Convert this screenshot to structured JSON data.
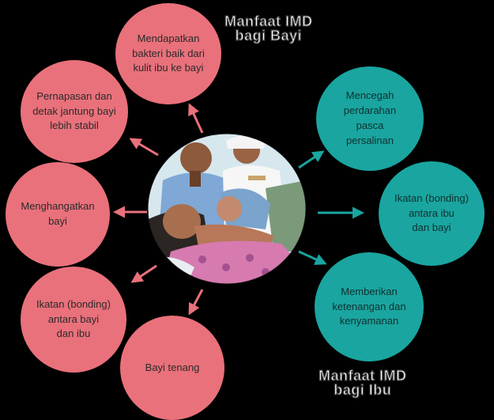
{
  "titles": {
    "baby": "Manfaat IMD\nbagi Bayi",
    "mother": "Manfaat IMD\nbagi Ibu"
  },
  "baby_benefits": [
    "Mendapatkan\nbakteri baik dari\nkulit ibu ke bayi",
    "Pernapasan dan\ndetak jantung bayi\nlebih stabil",
    "Menghangatkan\nbayi",
    "Ikatan (bonding)\nantara bayi\ndan ibu",
    "Bayi tenang"
  ],
  "mother_benefits": [
    "Mencegah\nperdarahan\npasca\npersalinan",
    "Ikatan (bonding)\nantara ibu\ndan bayi",
    "Memberikan\nketenangan dan\nkenyamanan"
  ],
  "colors": {
    "baby_circle": "#e9717b",
    "mother_circle": "#1aa5a0",
    "baby_arrow": "#e9717b",
    "mother_arrow": "#1aa5a0",
    "background": "#000000"
  },
  "illustration": {
    "icon": "mother-baby-skin-to-skin-illustration"
  }
}
